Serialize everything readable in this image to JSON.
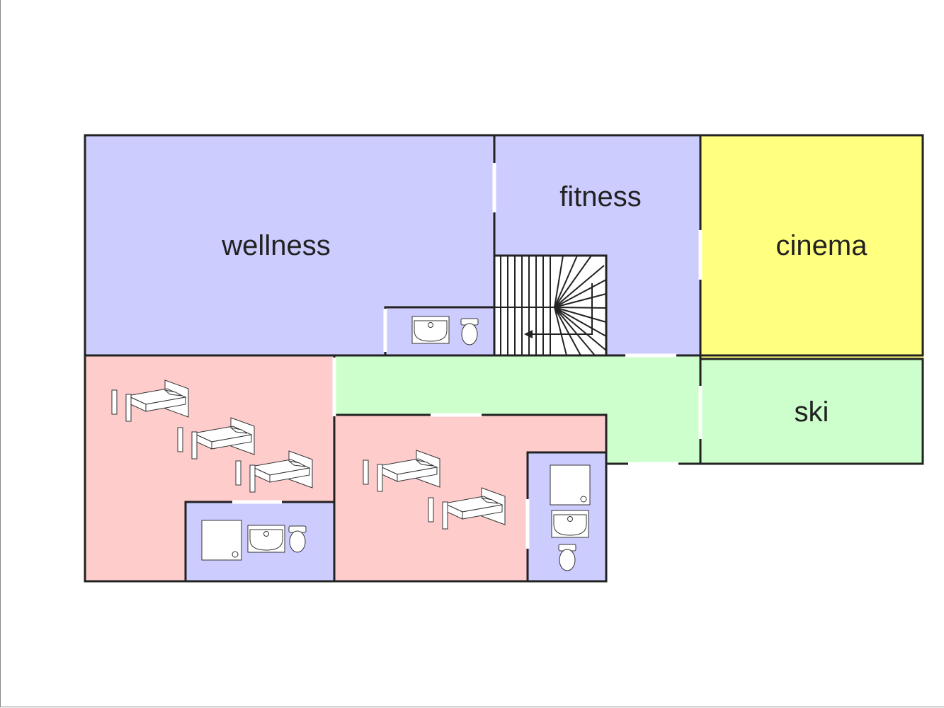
{
  "plan": {
    "rooms": {
      "wellness": "wellness",
      "fitness": "fitness",
      "cinema": "cinema",
      "ski": "ski"
    },
    "colors": {
      "wet_area": "#ccccff",
      "bedroom": "#ffcccc",
      "corridor": "#ccffcc",
      "cinema": "#ffff80",
      "wall": "#222222"
    }
  }
}
